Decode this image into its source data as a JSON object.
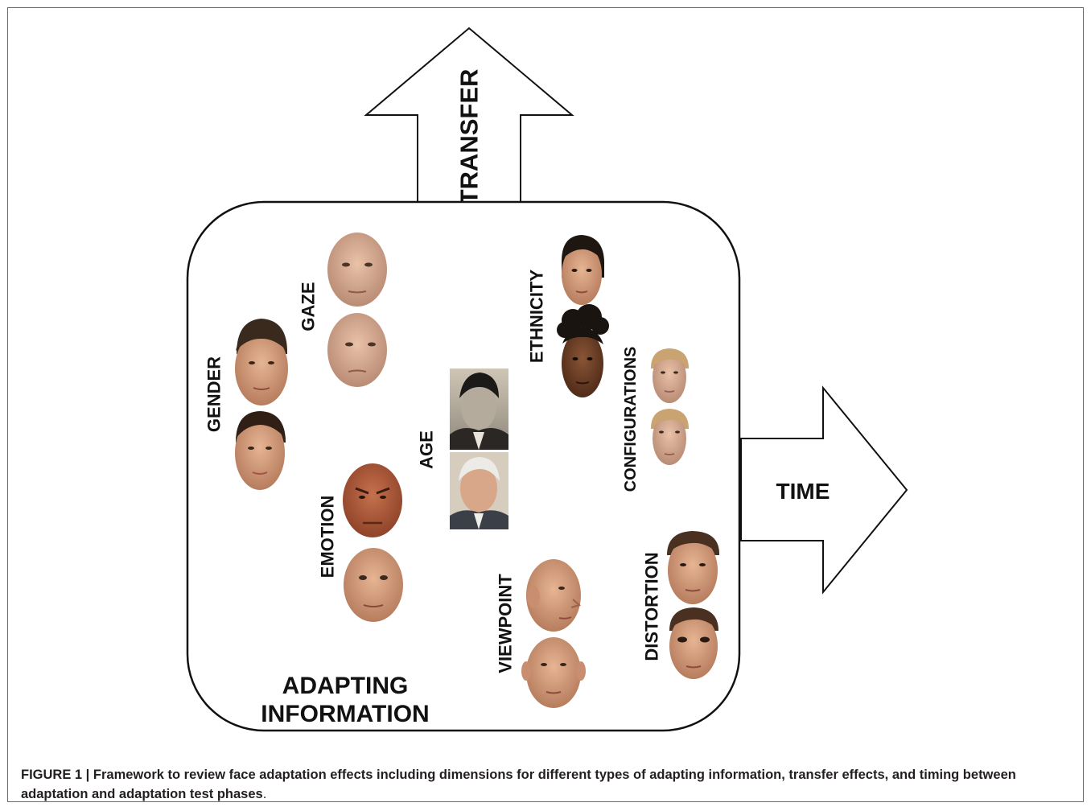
{
  "diagram": {
    "arrow_up_label": "TRANSFER",
    "arrow_right_label": "TIME",
    "box_title_line1": "ADAPTING",
    "box_title_line2": "INFORMATION",
    "dimensions": {
      "gender": "GENDER",
      "gaze": "GAZE",
      "emotion": "EMOTION",
      "age": "AGE",
      "ethnicity": "ETHNICITY",
      "configurations": "CONFIGURATIONS",
      "viewpoint": "VIEWPOINT",
      "distortion": "DISTORTION"
    }
  },
  "caption": {
    "label": "FIGURE 1 | ",
    "text": "Framework to review face adaptation effects including dimensions for different types of adapting information, transfer effects, and timing between adaptation and adaptation test phases",
    "end": "."
  }
}
